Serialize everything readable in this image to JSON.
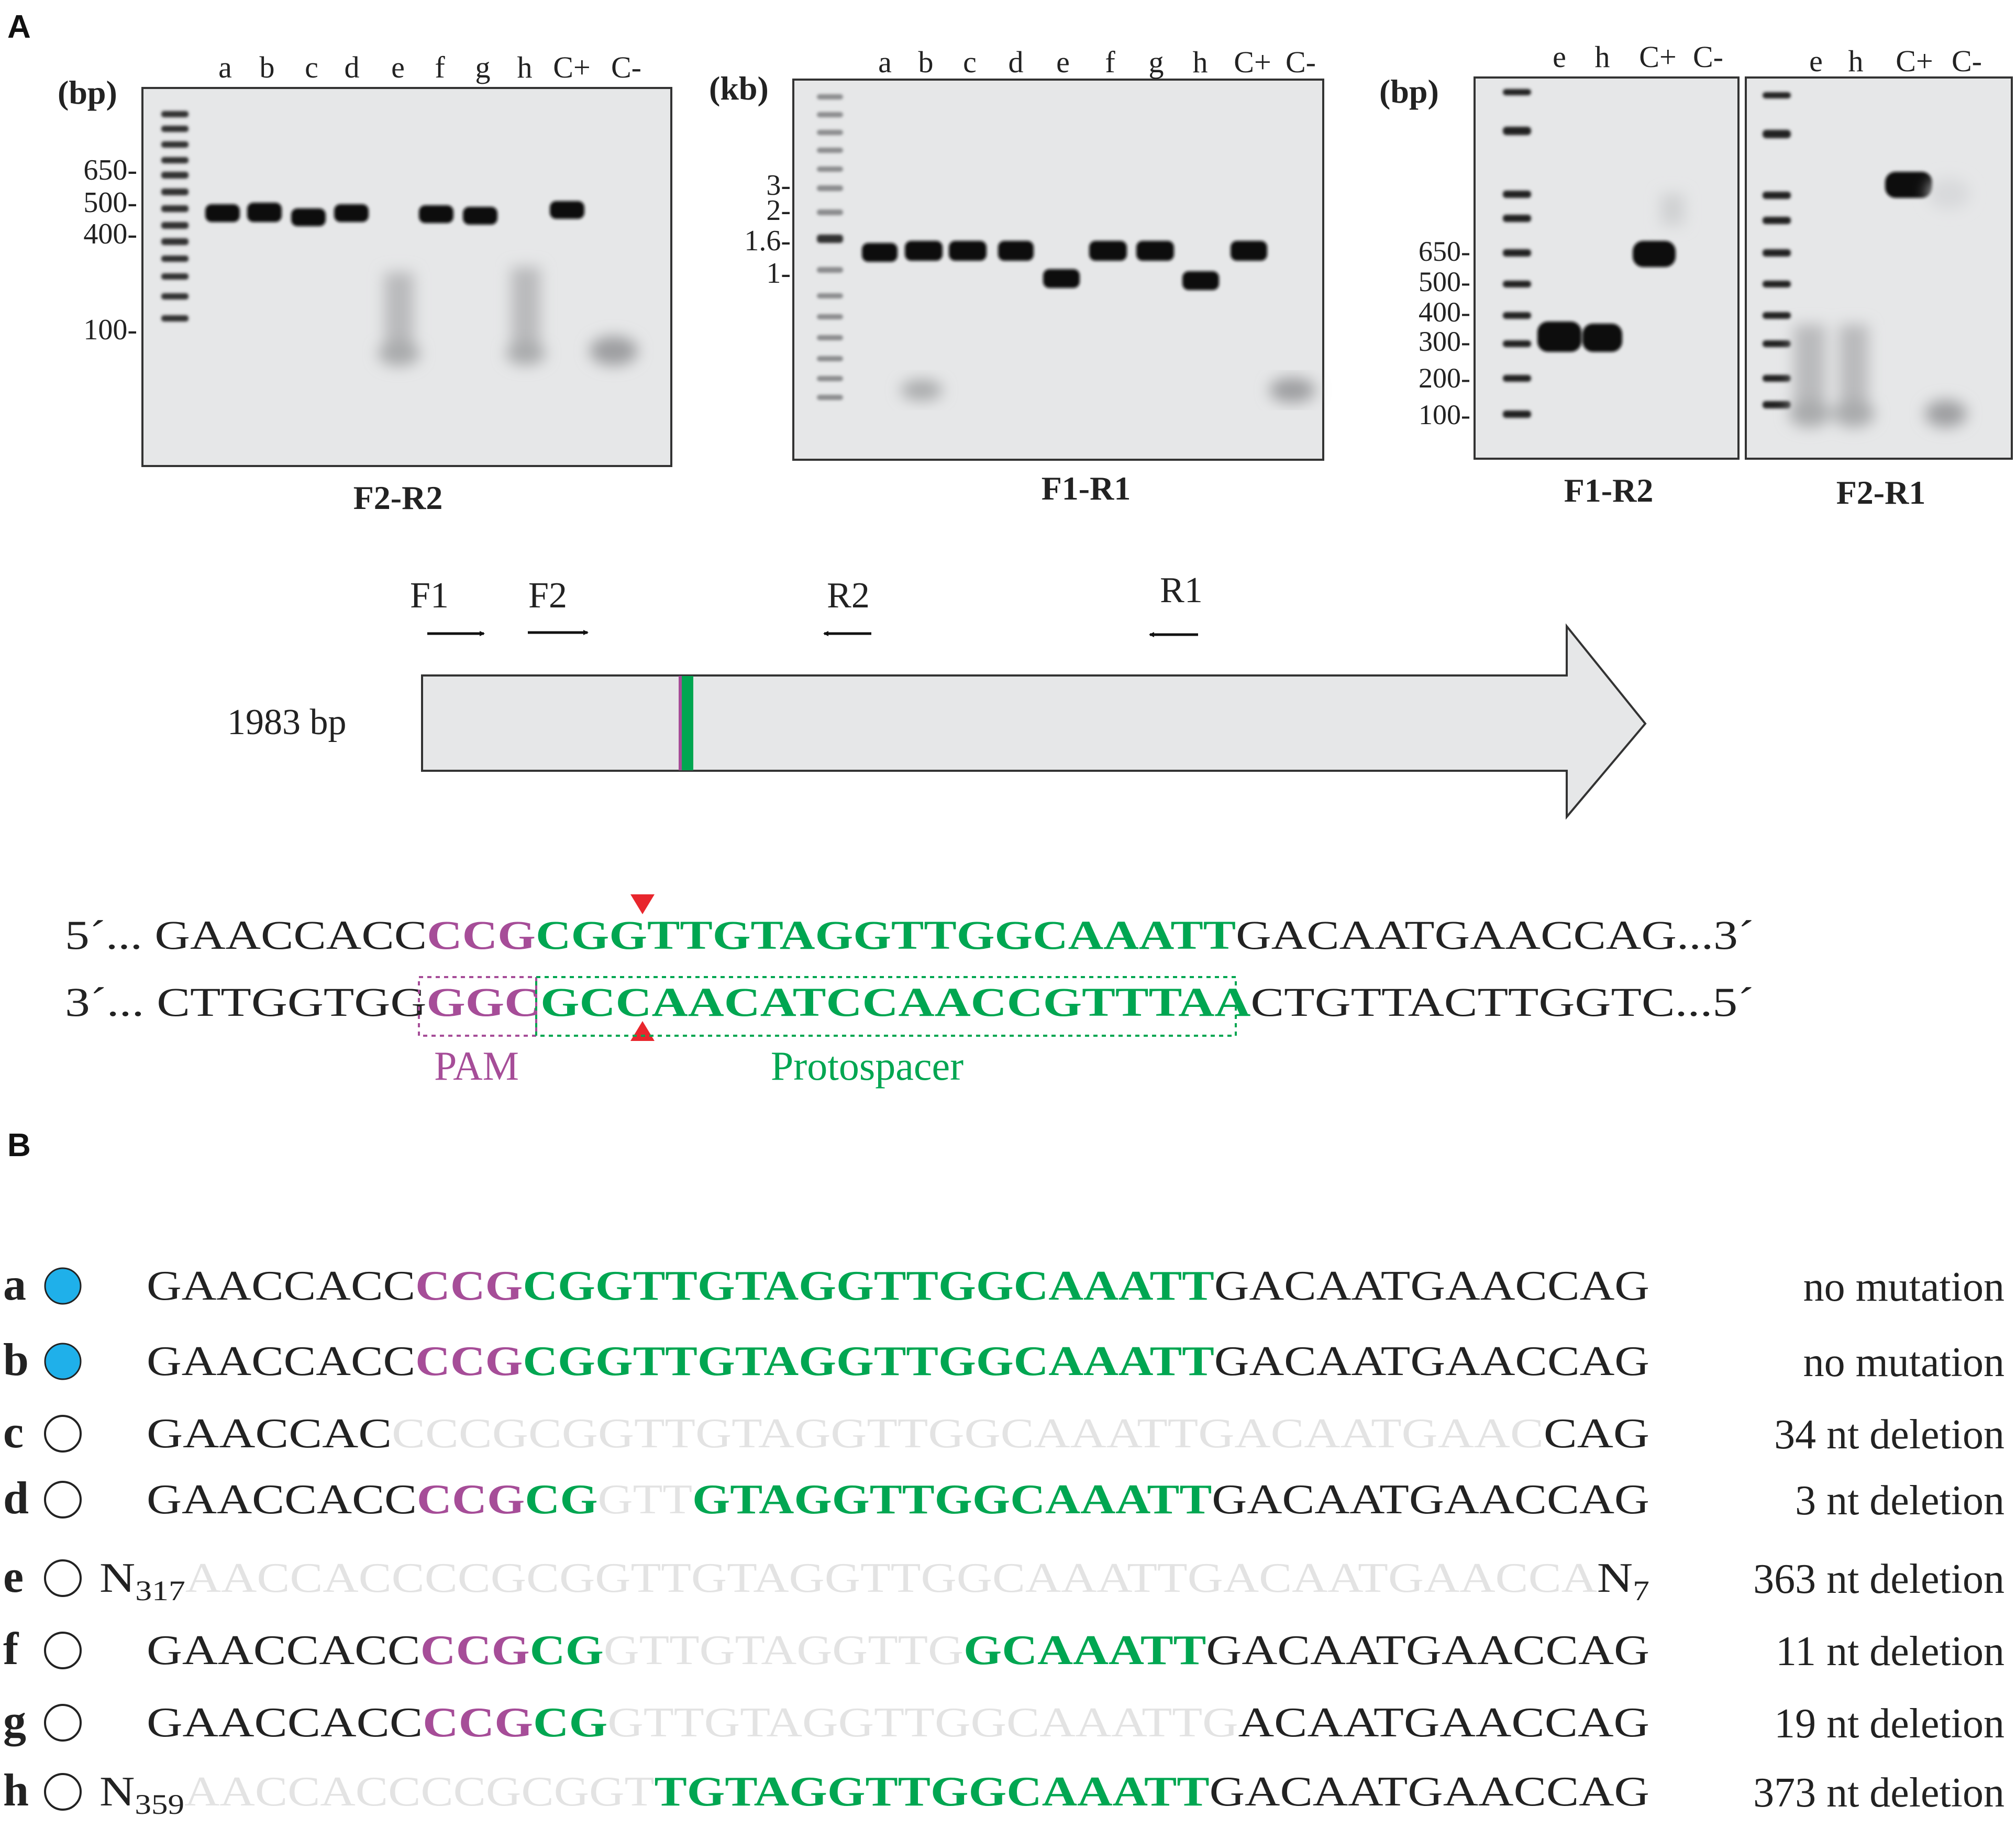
{
  "panel_labels": {
    "a": "A",
    "b": "B"
  },
  "colors": {
    "pam": "#a64d98",
    "protospacer": "#00a651",
    "deleted": "#e3e3e3",
    "cut_marker": "#e8262d",
    "no_mutation_dot": "#1fb0ea",
    "gel_background": "#e6e7e8",
    "band": "#111111"
  },
  "gels": {
    "gel1": {
      "unit": "(bp)",
      "caption": "F2-R2",
      "lanes": [
        "a",
        "b",
        "c",
        "d",
        "e",
        "f",
        "g",
        "h",
        "C+",
        "C-"
      ],
      "ticks": [
        "650-",
        "500-",
        "400-",
        "100-"
      ]
    },
    "gel2": {
      "unit": "(kb)",
      "caption": "F1-R1",
      "lanes": [
        "a",
        "b",
        "c",
        "d",
        "e",
        "f",
        "g",
        "h",
        "C+",
        "C-"
      ],
      "ticks": [
        "3-",
        "2-",
        "1.6-",
        "1-"
      ]
    },
    "gel3": {
      "unit": "(bp)",
      "captions": [
        "F1-R2",
        "F2-R1"
      ],
      "lanes_left": [
        "e",
        "h",
        "C+",
        "C-"
      ],
      "lanes_right": [
        "e",
        "h",
        "C+",
        "C-"
      ],
      "ticks": [
        "650-",
        "500-",
        "400-",
        "300-",
        "200-",
        "100-"
      ]
    }
  },
  "diagram": {
    "length_label": "1983 bp",
    "primers": [
      "F1",
      "F2",
      "R2",
      "R1"
    ]
  },
  "target_sequence": {
    "top": {
      "prefix": "5´... ",
      "flank_left": "GAACCACC",
      "pam": "CCG",
      "proto_a": "CGG",
      "proto_b": "TTGTAGGTTGGCAAATT",
      "flank_right": "GACAATGAACCAG",
      "suffix": "...3´"
    },
    "bottom": {
      "prefix": "3´... ",
      "flank_left": "CTTGGTGG",
      "pam": "GGC",
      "proto_a": "GCC",
      "proto_b": "AACATCCAACCGTTTAA",
      "flank_right": "CTGTTACTTGGTC",
      "suffix": "...5´"
    },
    "pam_label": "PAM",
    "protospacer_label": "Protospacer"
  },
  "alleles": [
    {
      "id": "a",
      "marker": "filled",
      "result": "no mutation",
      "segs": [
        [
          "n",
          "GAACCACC"
        ],
        [
          "p",
          "CCG"
        ],
        [
          "g",
          "CGGTTGTAGGTTGGCAAATT"
        ],
        [
          "n",
          "GACAATGAACCAG"
        ]
      ]
    },
    {
      "id": "b",
      "marker": "filled",
      "result": "no mutation",
      "segs": [
        [
          "n",
          "GAACCACC"
        ],
        [
          "p",
          "CCG"
        ],
        [
          "g",
          "CGGTTGTAGGTTGGCAAATT"
        ],
        [
          "n",
          "GACAATGAACCAG"
        ]
      ]
    },
    {
      "id": "c",
      "marker": "open",
      "result": "34 nt deletion",
      "segs": [
        [
          "n",
          "GAACCAC"
        ],
        [
          "d",
          "CCCGCGGTTGTAGGTTGGCAAATTGACAATGAAC"
        ],
        [
          "n",
          "CAG"
        ]
      ]
    },
    {
      "id": "d",
      "marker": "open",
      "result": "3 nt deletion",
      "segs": [
        [
          "n",
          "GAACCACC"
        ],
        [
          "p",
          "CCG"
        ],
        [
          "g",
          "CG"
        ],
        [
          "d",
          "GTT"
        ],
        [
          "g",
          "GTAGGTTGGCAAATT"
        ],
        [
          "n",
          "GACAATGAACCAG"
        ]
      ]
    },
    {
      "id": "e",
      "marker": "open",
      "result": "363 nt deletion",
      "segs": [
        [
          "n",
          "N"
        ],
        [
          "sub",
          "317"
        ],
        [
          "d",
          "AACCACCCCGCGGTTGTAGGTTGGCAAATTGACAATGAACCA"
        ],
        [
          "n",
          "N"
        ],
        [
          "sub",
          "7"
        ]
      ]
    },
    {
      "id": "f",
      "marker": "open",
      "result": "11 nt deletion",
      "segs": [
        [
          "n",
          "GAACCACC"
        ],
        [
          "p",
          "CCG"
        ],
        [
          "g",
          "CG"
        ],
        [
          "d",
          "GTTGTAGGTTG"
        ],
        [
          "g",
          "GCAAATT"
        ],
        [
          "n",
          "GACAATGAACCAG"
        ]
      ]
    },
    {
      "id": "g",
      "marker": "open",
      "result": "19 nt deletion",
      "segs": [
        [
          "n",
          "GAACCACC"
        ],
        [
          "p",
          "CCG"
        ],
        [
          "g",
          "CG"
        ],
        [
          "d",
          "GTTGTAGGTTGGCAAATTG"
        ],
        [
          "n",
          "ACAATGAACCAG"
        ]
      ]
    },
    {
      "id": "h",
      "marker": "open",
      "result": "373 nt deletion",
      "segs": [
        [
          "n",
          "N"
        ],
        [
          "sub",
          "359"
        ],
        [
          "d",
          "AACCACCCCGCGGT"
        ],
        [
          "g",
          "TGTAGGTTGGCAAATT"
        ],
        [
          "n",
          "GACAATGAACCAG"
        ]
      ]
    }
  ]
}
